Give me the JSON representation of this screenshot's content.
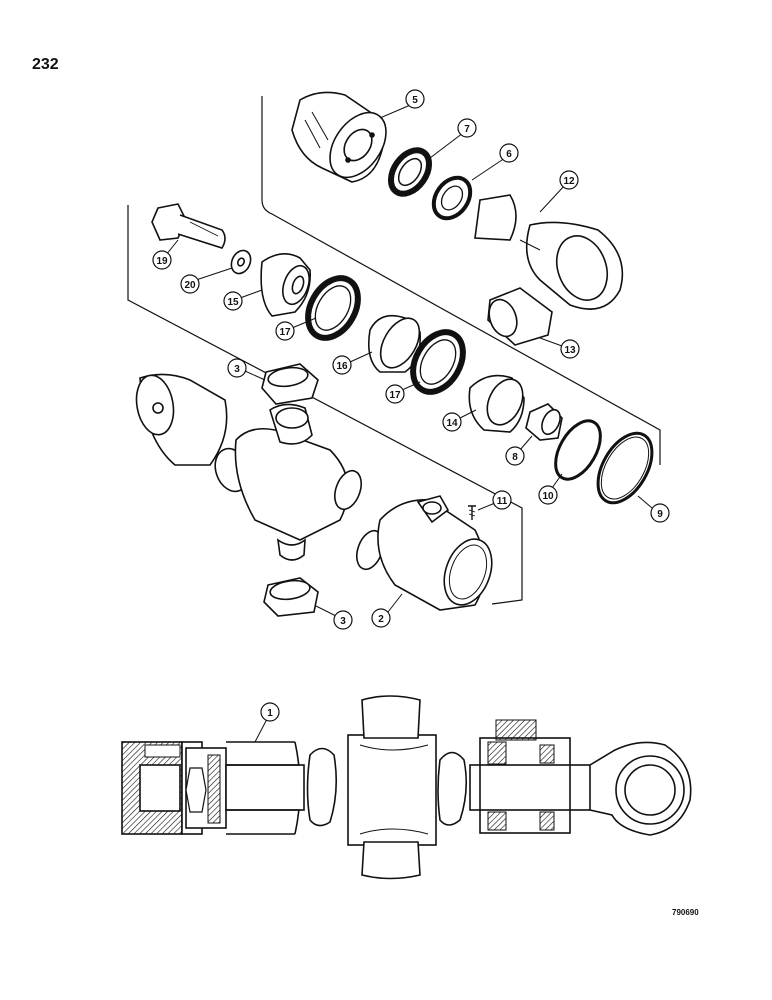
{
  "page": {
    "number": "232",
    "figure_code": "790690"
  },
  "callouts": [
    {
      "id": "c1",
      "label": "1"
    },
    {
      "id": "c2",
      "label": "2"
    },
    {
      "id": "c3a",
      "label": "3"
    },
    {
      "id": "c3b",
      "label": "3"
    },
    {
      "id": "c5",
      "label": "5"
    },
    {
      "id": "c6",
      "label": "6"
    },
    {
      "id": "c7",
      "label": "7"
    },
    {
      "id": "c8",
      "label": "8"
    },
    {
      "id": "c9",
      "label": "9"
    },
    {
      "id": "c10",
      "label": "10"
    },
    {
      "id": "c11",
      "label": "11"
    },
    {
      "id": "c12",
      "label": "12"
    },
    {
      "id": "c13",
      "label": "13"
    },
    {
      "id": "c14",
      "label": "14"
    },
    {
      "id": "c15",
      "label": "15"
    },
    {
      "id": "c16",
      "label": "16"
    },
    {
      "id": "c17a",
      "label": "17"
    },
    {
      "id": "c17b",
      "label": "17"
    },
    {
      "id": "c19",
      "label": "19"
    },
    {
      "id": "c20",
      "label": "20"
    }
  ]
}
